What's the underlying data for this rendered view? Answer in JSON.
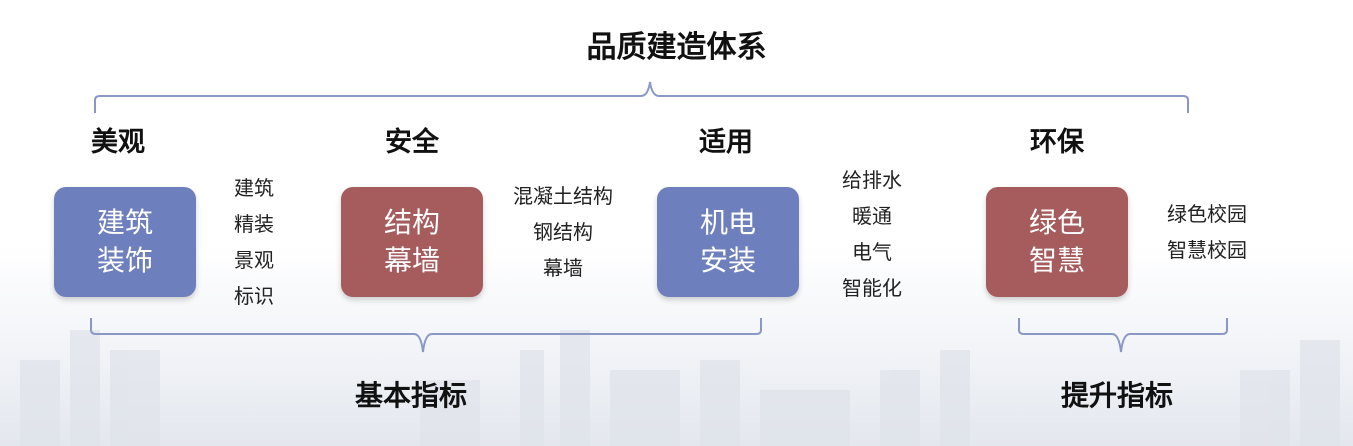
{
  "title": "品质建造体系",
  "categories": [
    "美观",
    "安全",
    "适用",
    "环保"
  ],
  "boxes": [
    {
      "line1": "建筑",
      "line2": "装饰",
      "color": "#6e7fbd"
    },
    {
      "line1": "结构",
      "line2": "幕墙",
      "color": "#a65b5c"
    },
    {
      "line1": "机电",
      "line2": "安装",
      "color": "#6e7fbd"
    },
    {
      "line1": "绿色",
      "line2": "智慧",
      "color": "#a65b5c"
    }
  ],
  "lists": [
    [
      "建筑",
      "精装",
      "景观",
      "标识"
    ],
    [
      "混凝土结构",
      "钢结构",
      "幕墙"
    ],
    [
      "给排水",
      "暖通",
      "电气",
      "智能化"
    ],
    [
      "绿色校园",
      "智慧校园"
    ]
  ],
  "bottom_labels": {
    "basic": "基本指标",
    "enhanced": "提升指标"
  }
}
